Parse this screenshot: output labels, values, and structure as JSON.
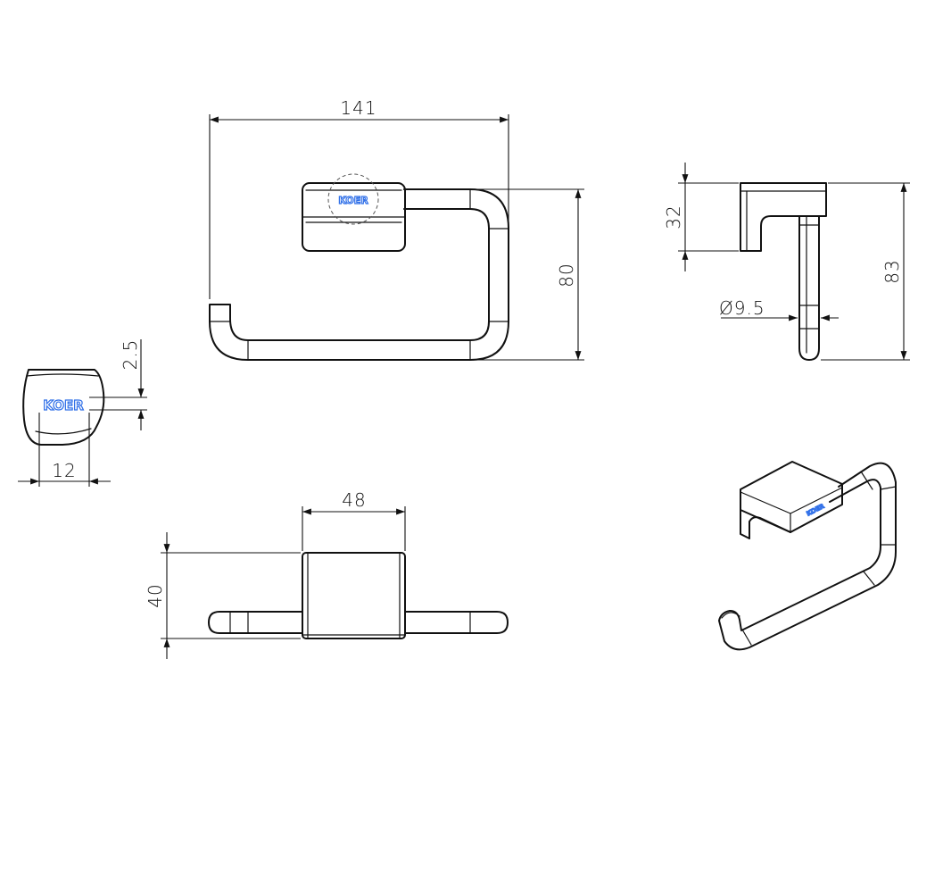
{
  "brand": {
    "logo_text": "KOER",
    "logo_color": "#2f6fe8"
  },
  "line_color": "#111111",
  "dimensions": {
    "front_width": "141",
    "front_height": "80",
    "side_height_top": "32",
    "side_diameter": "Ø9.5",
    "side_total_height": "83",
    "detail_offset": "2.5",
    "detail_width": "12",
    "top_base_width": "48",
    "top_base_depth": "40"
  }
}
